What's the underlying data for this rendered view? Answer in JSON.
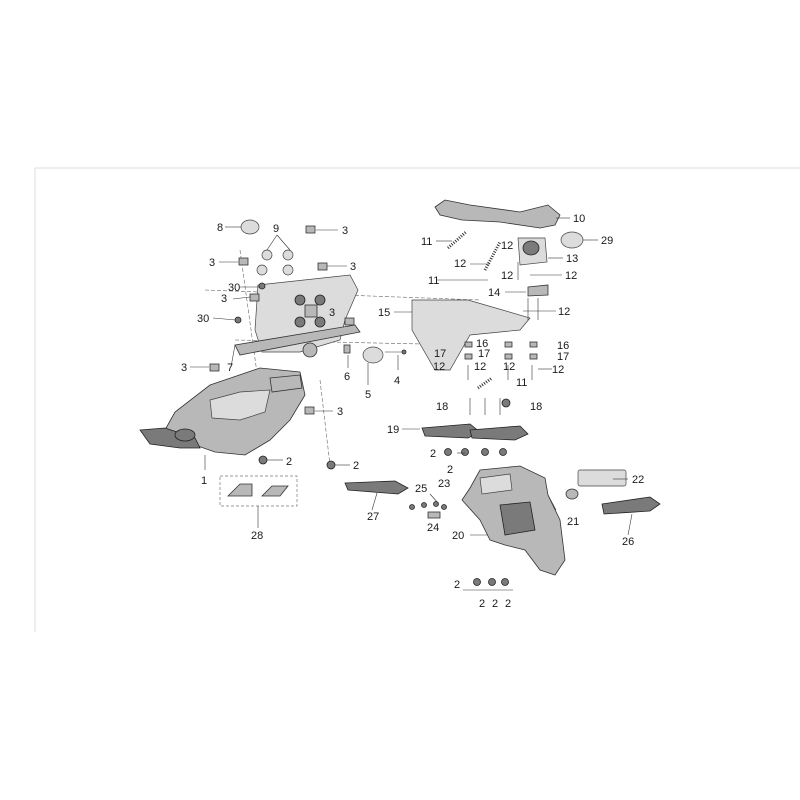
{
  "labels": {
    "p1": "1",
    "p2a": "2",
    "p2b": "2",
    "p2c": "2",
    "p2d": "2",
    "p2e": "2",
    "p2f": "2",
    "p2g": "2",
    "p2h": "2",
    "p3a": "3",
    "p3b": "3",
    "p3c": "3",
    "p3d": "3",
    "p3e": "3",
    "p3f": "3",
    "p3g": "3",
    "p4": "4",
    "p5": "5",
    "p6": "6",
    "p7": "7",
    "p8": "8",
    "p9": "9",
    "p10": "10",
    "p11a": "11",
    "p11b": "11",
    "p11c": "11",
    "p12a": "12",
    "p12b": "12",
    "p12c": "12",
    "p12d": "12",
    "p12e": "12",
    "p12f": "12",
    "p12g": "12",
    "p12h": "12",
    "p12i": "12",
    "p13": "13",
    "p14": "14",
    "p15": "15",
    "p16a": "16",
    "p16b": "16",
    "p17a": "17",
    "p17b": "17",
    "p17c": "17",
    "p18a": "18",
    "p18b": "18",
    "p19": "19",
    "p20": "20",
    "p21": "21",
    "p22": "22",
    "p23": "23",
    "p24": "24",
    "p25": "25",
    "p26": "26",
    "p27": "27",
    "p28": "28",
    "p29": "29",
    "p30a": "30",
    "p30b": "30"
  }
}
